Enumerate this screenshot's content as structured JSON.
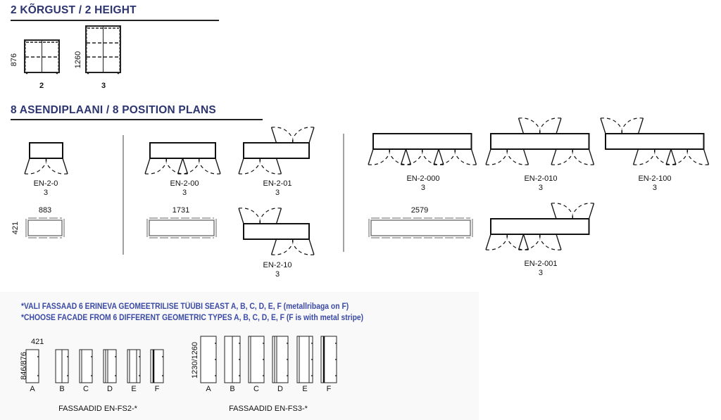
{
  "heights": {
    "title": "2 KÕRGUST / 2 HEIGHT",
    "items": [
      {
        "label": "2",
        "dimension": "876"
      },
      {
        "label": "3",
        "dimension": "1260"
      }
    ]
  },
  "plans": {
    "title": "8 ASENDIPLAANI / 8 POSITION PLANS",
    "items": [
      {
        "code": "EN-2-0",
        "height": "3"
      },
      {
        "code": "EN-2-00",
        "height": "3"
      },
      {
        "code": "EN-2-01",
        "height": "3"
      },
      {
        "code": "EN-2-10",
        "height": "3"
      },
      {
        "code": "EN-2-000",
        "height": "3"
      },
      {
        "code": "EN-2-010",
        "height": "3"
      },
      {
        "code": "EN-2-100",
        "height": "3"
      },
      {
        "code": "EN-2-001",
        "height": "3"
      }
    ],
    "footprints": [
      {
        "width": "883",
        "depth": "421"
      },
      {
        "width": "1731"
      },
      {
        "width": "2579"
      }
    ]
  },
  "facades": {
    "note_et": "*VALI FASSAAD 6 ERINEVA GEOMEETRILISE TÜÜBI SEAST A, B, C, D, E, F (metallribaga on F)",
    "note_en": "*CHOOSE FACADE FROM 6 DIFFERENT GEOMETRIC TYPES A, B, C, D, E, F (F is with metal stripe)",
    "types": [
      "A",
      "B",
      "C",
      "D",
      "E",
      "F"
    ],
    "fs2": {
      "caption": "FASSAADID EN-FS2-*",
      "width": "421",
      "height": "846/876"
    },
    "fs3": {
      "caption": "FASSAADID EN-FS3-*",
      "height": "1230/1260"
    }
  }
}
